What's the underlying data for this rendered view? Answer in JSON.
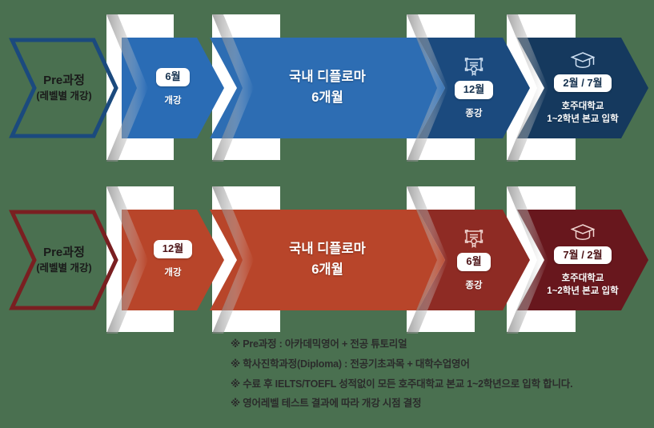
{
  "theme": {
    "background": "#4a7050",
    "blue_light": "#2a6cb5",
    "blue_mid": "#2d6db3",
    "blue_dark": "#1b4a7e",
    "blue_darkest": "#15395e",
    "blue_outline": "#1b4a7e",
    "red_light": "#b8452a",
    "red_mid": "#b8452a",
    "red_dark": "#8e2b24",
    "red_darkest": "#68171d",
    "red_outline": "#7a1f21",
    "band_white": "#ffffff",
    "pill_bg": "#ffffff",
    "note_color": "#2b2b2b"
  },
  "rows": [
    {
      "id": "blue-track",
      "pre": {
        "title": "Pre과정",
        "subtitle": "(레벨별 개강)"
      },
      "steps": [
        {
          "id": "start",
          "icon": null,
          "pill": "6월",
          "label": "개강",
          "big": null
        },
        {
          "id": "diploma",
          "icon": null,
          "pill": null,
          "label": null,
          "big": [
            "국내 디플로마",
            "6개월"
          ]
        },
        {
          "id": "finish",
          "icon": "certificate-icon",
          "pill": "12월",
          "label": "종강",
          "big": null
        },
        {
          "id": "admission",
          "icon": "graduation-cap-icon",
          "pill": "2월 / 7월",
          "label": [
            "호주대학교",
            "1~2학년 본교 입학"
          ],
          "big": null
        }
      ]
    },
    {
      "id": "red-track",
      "pre": {
        "title": "Pre과정",
        "subtitle": "(레벨별 개강)"
      },
      "steps": [
        {
          "id": "start",
          "icon": null,
          "pill": "12월",
          "label": "개강",
          "big": null
        },
        {
          "id": "diploma",
          "icon": null,
          "pill": null,
          "label": null,
          "big": [
            "국내 디플로마",
            "6개월"
          ]
        },
        {
          "id": "finish",
          "icon": "certificate-icon",
          "pill": "6월",
          "label": "종강",
          "big": null
        },
        {
          "id": "admission",
          "icon": "graduation-cap-icon",
          "pill": "7월 / 2월",
          "label": [
            "호주대학교",
            "1~2학년 본교 입학"
          ],
          "big": null
        }
      ]
    }
  ],
  "notes": [
    "※ Pre과정 : 아카데믹영어 + 전공 튜토리얼",
    "※ 학사진학과정(Diploma) : 전공기초과목 + 대학수업영어",
    "※ 수료 후 IELTS/TOEFL 성적없이 모든 호주대학교 본교 1~2학년으로 입학 합니다.",
    "※ 영어레벨 테스트 결과에 따라 개강 시점 결정"
  ]
}
